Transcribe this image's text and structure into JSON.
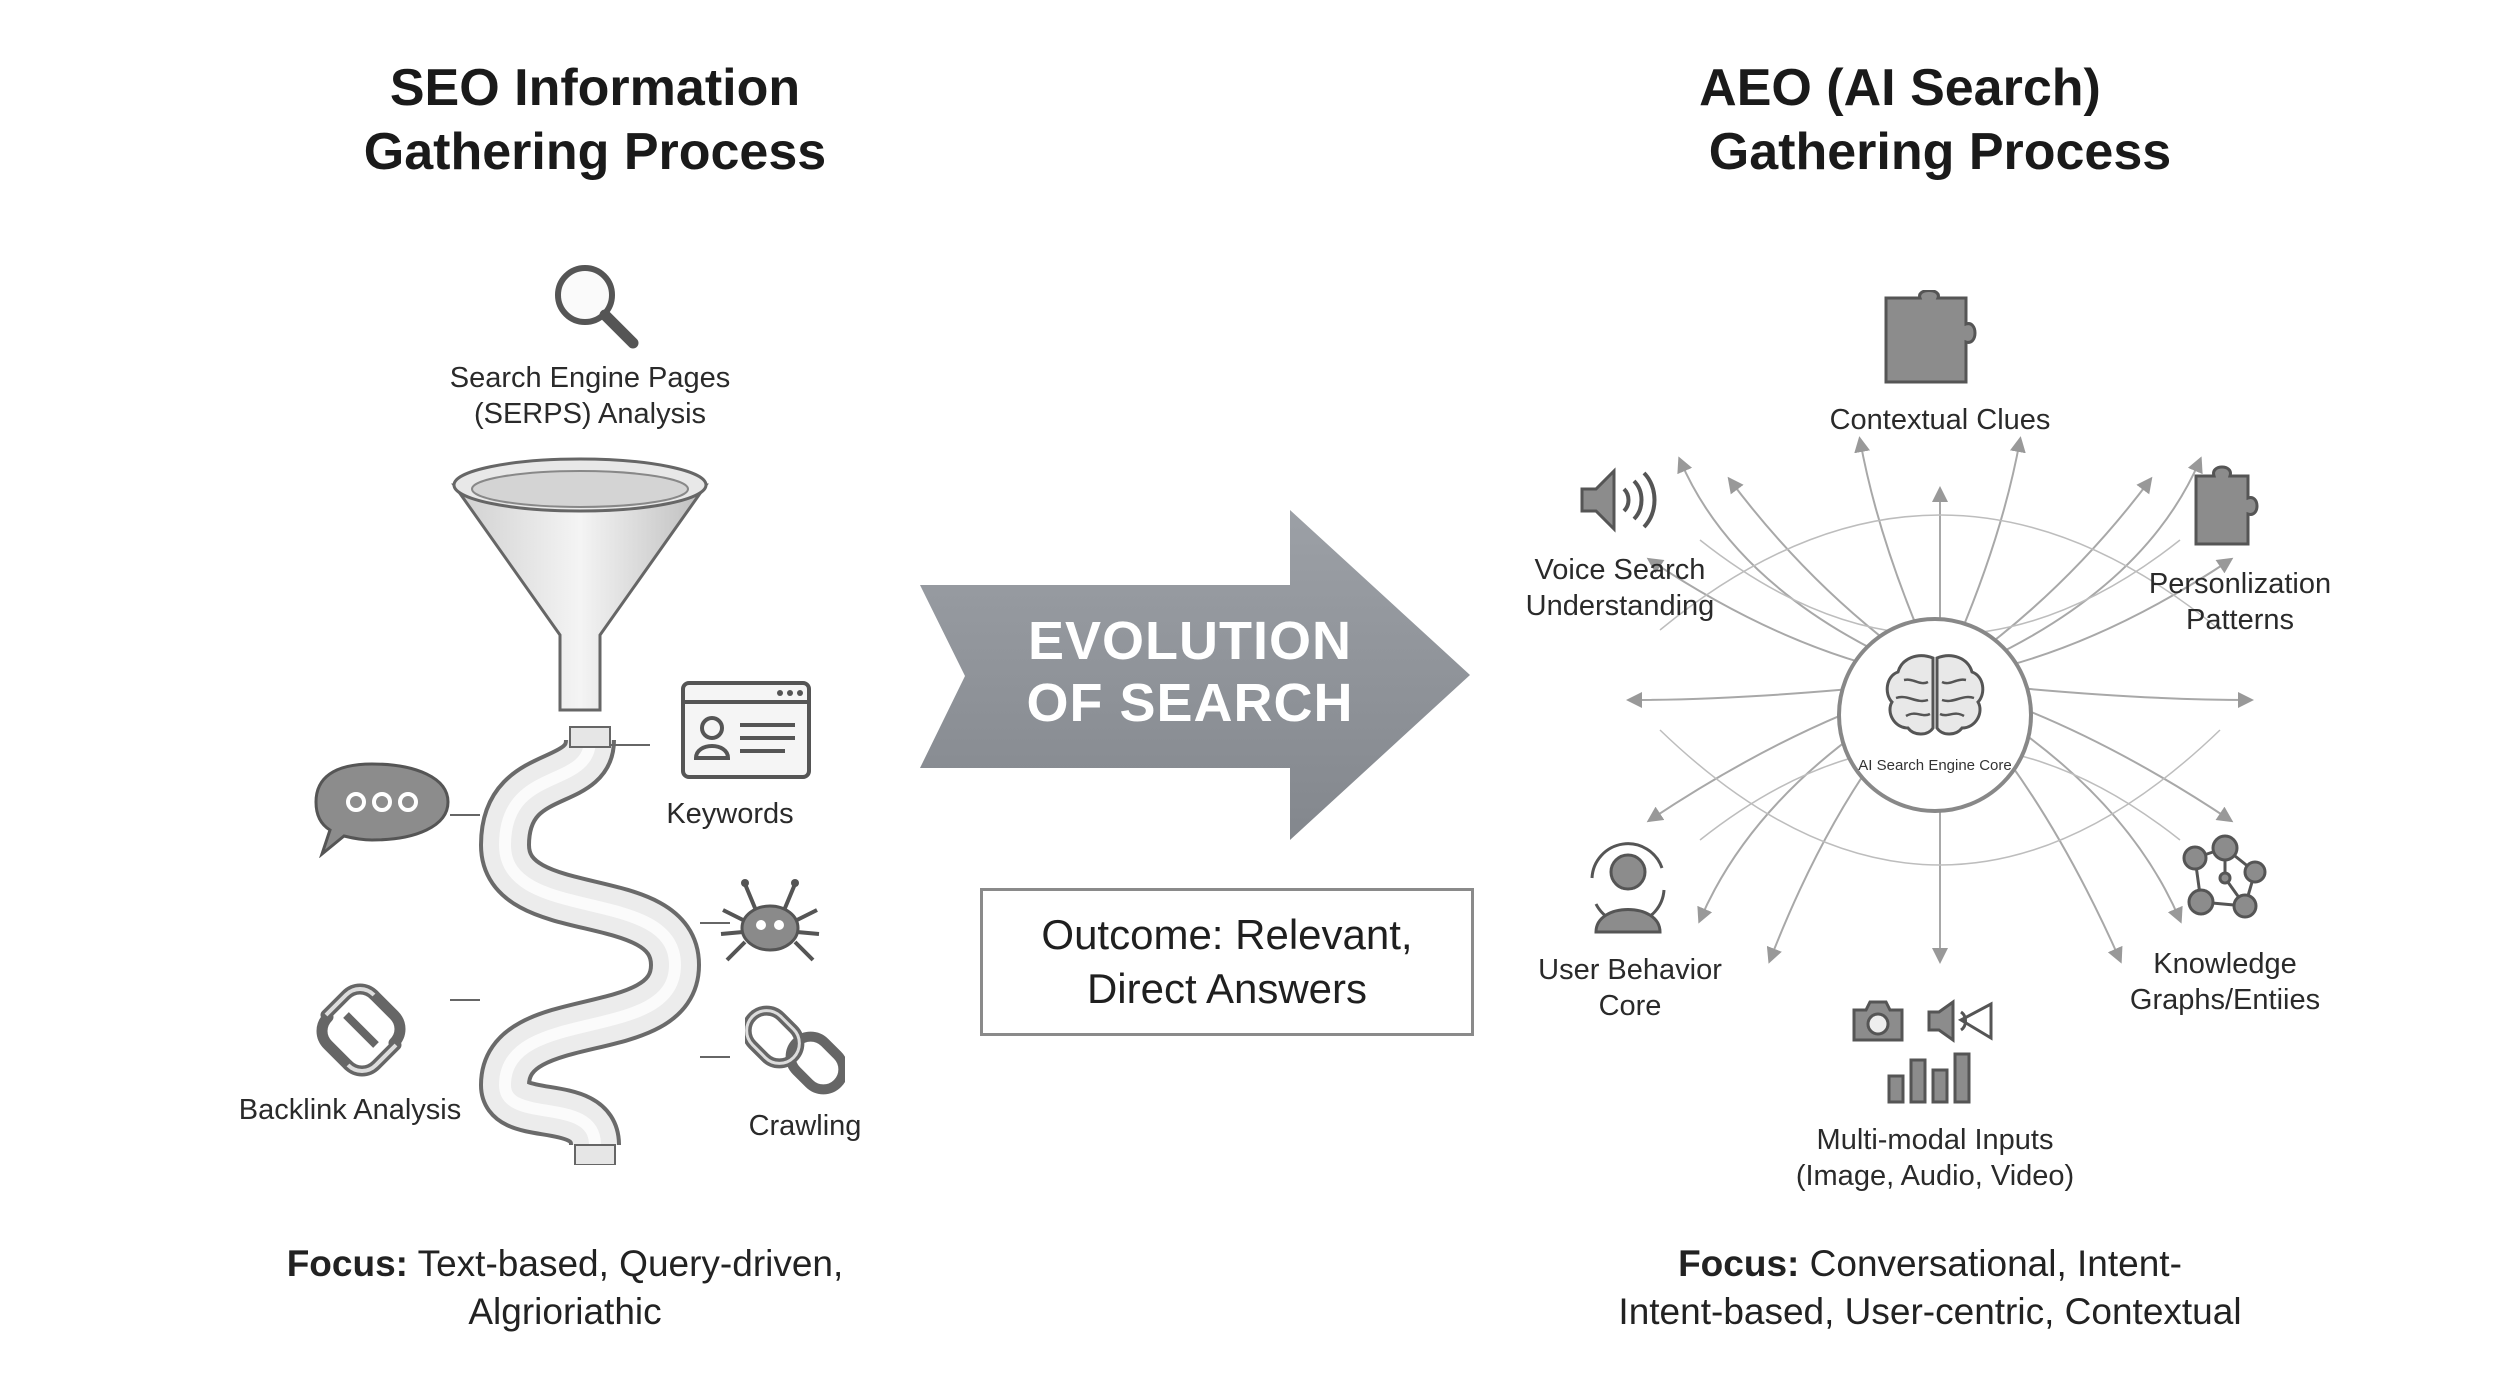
{
  "seo": {
    "title_line1": "SEO Information",
    "title_line2": "Gathering Process",
    "serps_line1": "Search Engine Pages",
    "serps_line2": "(SERPS) Analysis",
    "keywords": "Keywords",
    "backlink": "Backlink Analysis",
    "crawling": "Crawling",
    "focus_label": "Focus:",
    "focus_line1": "Text-based, Query-driven,",
    "focus_line2": "Algrioriathic"
  },
  "center": {
    "arrow_line1": "EVOLUTION",
    "arrow_line2": "OF SEARCH",
    "outcome_line1": "Outcome: Relevant,",
    "outcome_line2": "Direct Answers"
  },
  "aeo": {
    "title_line1": "AEO (AI Search)",
    "title_line2": "Gathering Process",
    "contextual": "Contextual Clues",
    "voice_line1": "Voice Search",
    "voice_line2": "Understanding",
    "personal_line1": "Personlization",
    "personal_line2": "Patterns",
    "core_label": "AI Search Engine Core",
    "user_line1": "User Behavior",
    "user_line2": "Core",
    "knowledge_line1": "Knowledge",
    "knowledge_line2": "Graphs/Entiies",
    "multimodal_line1": "Multi-modal Inputs",
    "multimodal_line2": "(Image, Audio, Video)",
    "focus_label": "Focus:",
    "focus_line1": "Conversational, Intent-",
    "focus_line2": "Intent-based, User-centric, Contextual"
  }
}
